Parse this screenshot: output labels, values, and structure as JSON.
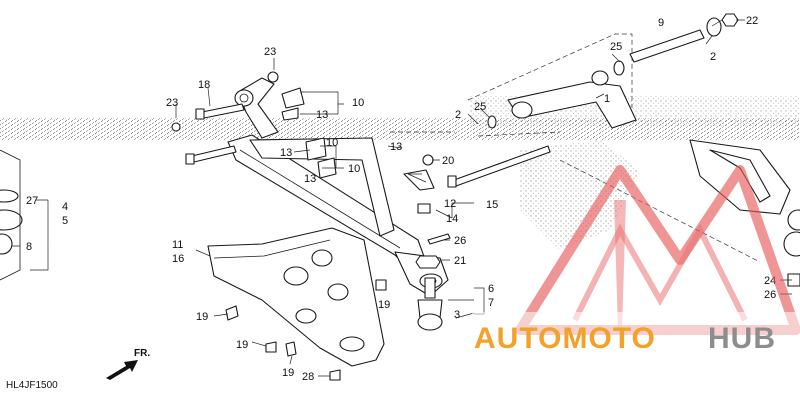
{
  "diagram": {
    "code": "HL4JF1500",
    "direction_label": "FR.",
    "callouts": [
      {
        "id": "c9",
        "text": "9"
      },
      {
        "id": "c22",
        "text": "22"
      },
      {
        "id": "c25a",
        "text": "25"
      },
      {
        "id": "c2a",
        "text": "2"
      },
      {
        "id": "c1",
        "text": "1"
      },
      {
        "id": "c23a",
        "text": "23"
      },
      {
        "id": "c18",
        "text": "18"
      },
      {
        "id": "c10a",
        "text": "10"
      },
      {
        "id": "c13a",
        "text": "13"
      },
      {
        "id": "c23b",
        "text": "23"
      },
      {
        "id": "c2b",
        "text": "2"
      },
      {
        "id": "c25b",
        "text": "25"
      },
      {
        "id": "c13b",
        "text": "13"
      },
      {
        "id": "c10b",
        "text": "10"
      },
      {
        "id": "c10c",
        "text": "10"
      },
      {
        "id": "c13c",
        "text": "13"
      },
      {
        "id": "c13d",
        "text": "13"
      },
      {
        "id": "c20",
        "text": "20"
      },
      {
        "id": "c12",
        "text": "12"
      },
      {
        "id": "c15",
        "text": "15"
      },
      {
        "id": "c14",
        "text": "14"
      },
      {
        "id": "c26a",
        "text": "26"
      },
      {
        "id": "c21",
        "text": "21"
      },
      {
        "id": "c27",
        "text": "27"
      },
      {
        "id": "c4",
        "text": "4"
      },
      {
        "id": "c5",
        "text": "5"
      },
      {
        "id": "c8",
        "text": "8"
      },
      {
        "id": "c11",
        "text": "11"
      },
      {
        "id": "c16",
        "text": "16"
      },
      {
        "id": "c6",
        "text": "6"
      },
      {
        "id": "c7",
        "text": "7"
      },
      {
        "id": "c3",
        "text": "3"
      },
      {
        "id": "c19a",
        "text": "19"
      },
      {
        "id": "c19b",
        "text": "19"
      },
      {
        "id": "c19c",
        "text": "19"
      },
      {
        "id": "c19d",
        "text": "19"
      },
      {
        "id": "c28",
        "text": "28"
      },
      {
        "id": "c24",
        "text": "24"
      },
      {
        "id": "c26b",
        "text": "26"
      }
    ]
  },
  "watermark": {
    "part1": "AUTOMOTO",
    "part2": "HUB",
    "color_primary": "#f2a22a",
    "color_secondary": "#8d8d8d",
    "logo_color": "#e85a5a"
  }
}
